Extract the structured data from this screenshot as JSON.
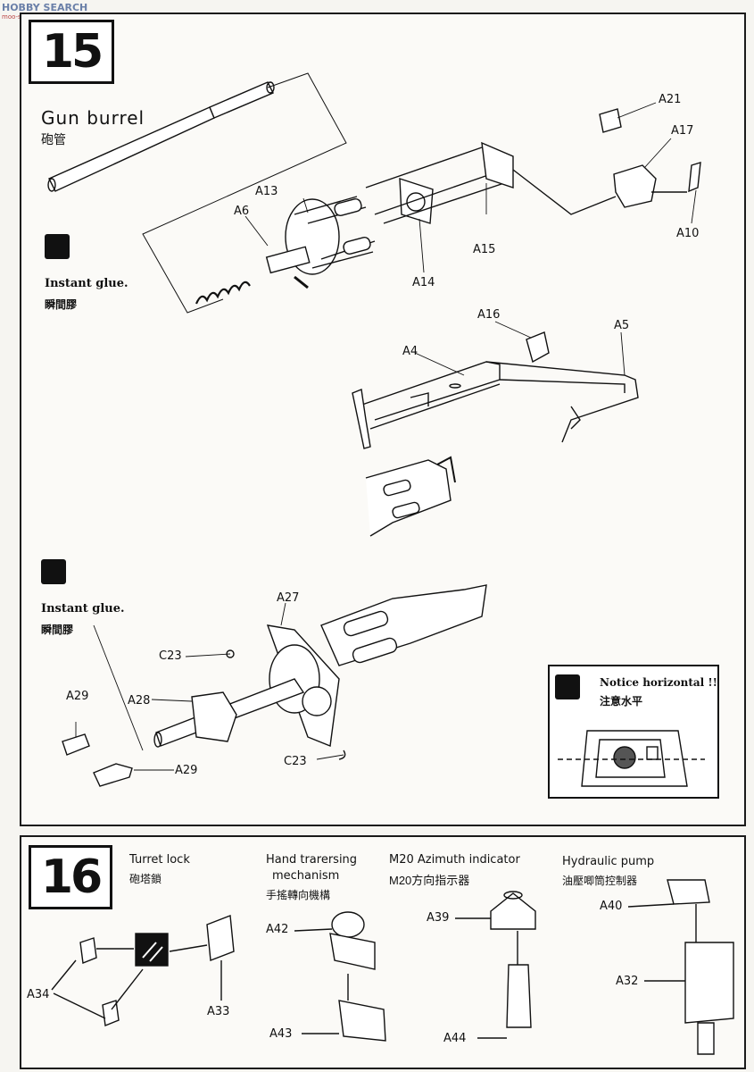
{
  "watermark": {
    "text": "HOBBY SEARCH",
    "sub": "moo-shop.com"
  },
  "step15": {
    "number": "15",
    "gun_burrel_en": "Gun burrel",
    "gun_burrel_zh": "砲管",
    "glue1_en": "Instant glue.",
    "glue1_zh": "瞬間膠",
    "glue2_en": "Instant glue.",
    "glue2_zh": "瞬間膠",
    "notice_en": "Notice horizontal !!",
    "notice_zh": "注意水平",
    "parts": {
      "A21": "A21",
      "A17": "A17",
      "A10": "A10",
      "A13": "A13",
      "A6": "A6",
      "A15": "A15",
      "A14": "A14",
      "A16": "A16",
      "A5": "A5",
      "A4": "A4",
      "A27": "A27",
      "C23a": "C23",
      "A28": "A28",
      "A29a": "A29",
      "A29b": "A29",
      "C23b": "C23"
    }
  },
  "step16": {
    "number": "16",
    "turret_lock_en": "Turret lock",
    "turret_lock_zh": "砲塔鎖",
    "hand_en_1": "Hand trarersing",
    "hand_en_2": "mechanism",
    "hand_zh": "手搖轉向機構",
    "azimuth_en": "M20 Azimuth indicator",
    "azimuth_zh": "M20方向指示器",
    "pump_en": "Hydraulic pump",
    "pump_zh": "油壓唧筒控制器",
    "parts": {
      "A34": "A34",
      "A33": "A33",
      "A42": "A42",
      "A43": "A43",
      "A39": "A39",
      "A44": "A44",
      "A40": "A40",
      "A32": "A32"
    }
  }
}
